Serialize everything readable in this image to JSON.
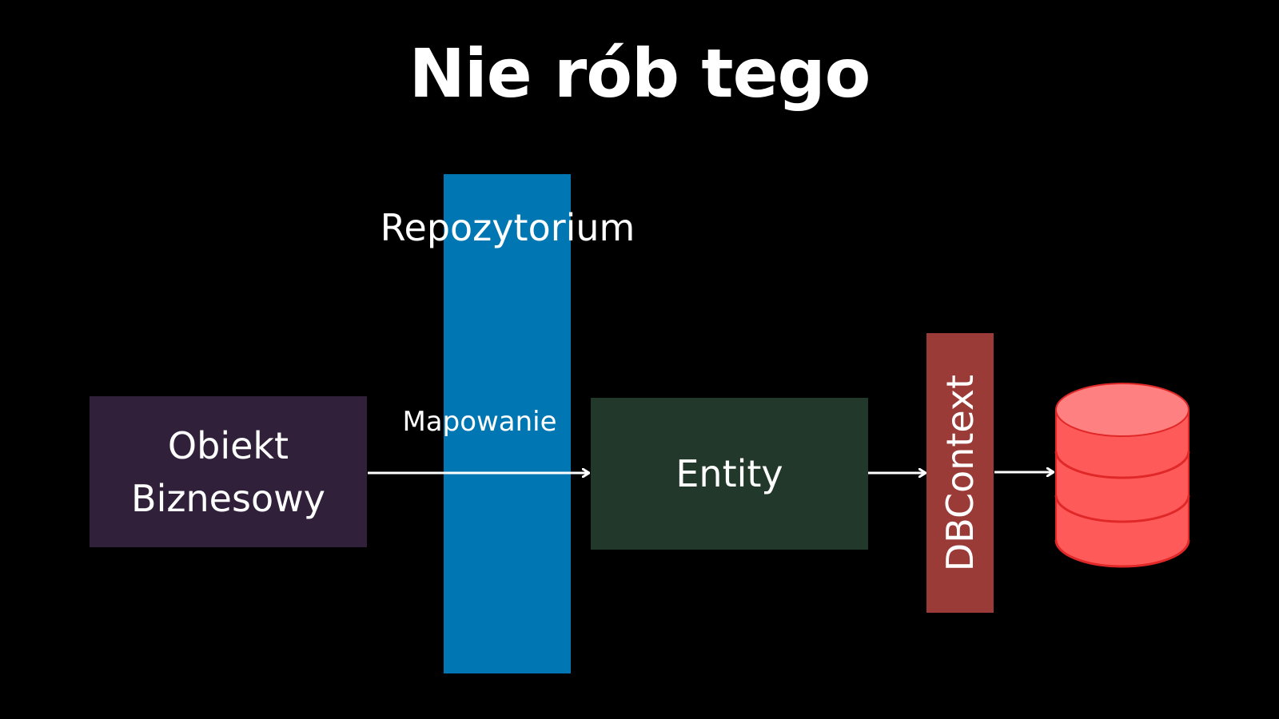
{
  "title": "Nie rób tego",
  "repository": {
    "label": "Repozytorium",
    "color": "#0077b3"
  },
  "business_object": {
    "line1": "Obiekt",
    "line2": "Biznesowy",
    "color": "#30203a"
  },
  "mapping_label": "Mapowanie",
  "entity": {
    "label": "Entity",
    "color": "#22382a"
  },
  "dbcontext": {
    "label": "DBContext",
    "color": "#9b3b38"
  },
  "database": {
    "icon": "database-icon",
    "color": "#ff5a5a",
    "top_color": "#ff8080",
    "outline": "#e02828"
  },
  "arrows": {
    "color": "#ffffff"
  }
}
